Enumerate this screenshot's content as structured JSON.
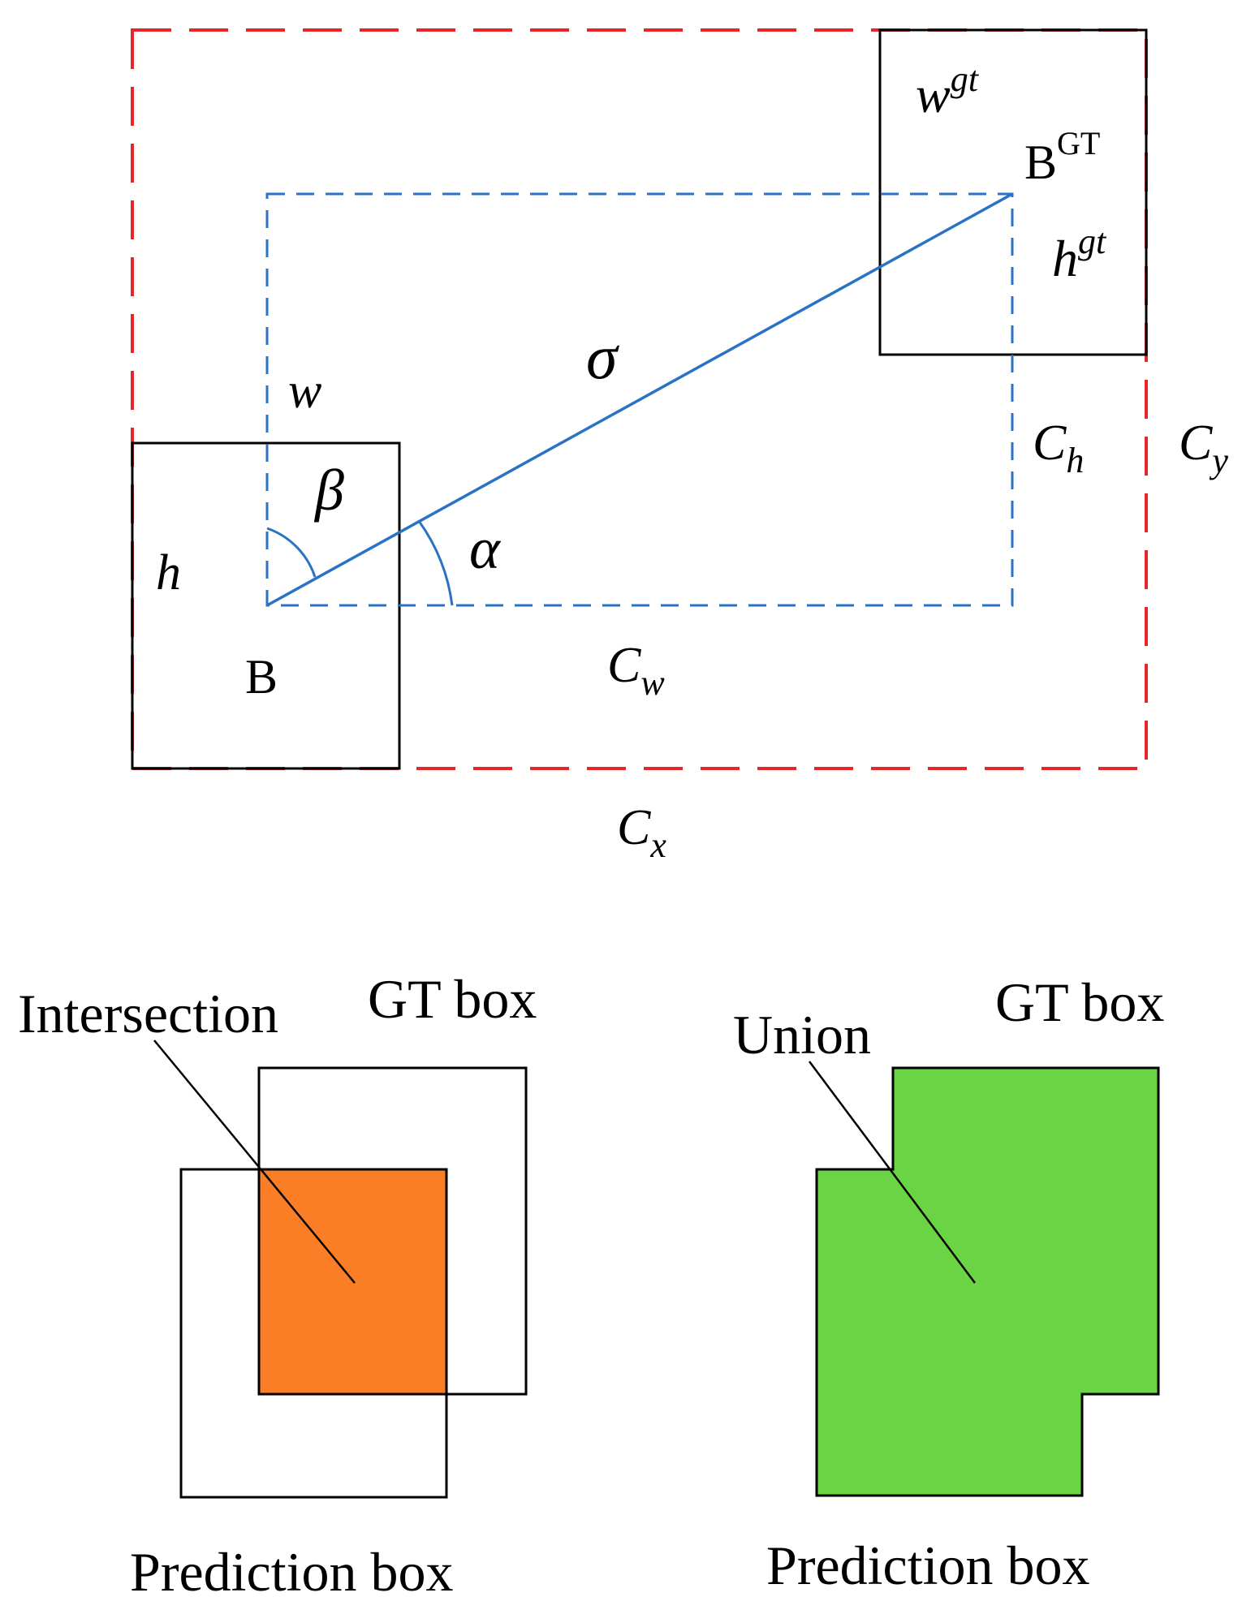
{
  "colors": {
    "red_dashed": "#e8262a",
    "blue": "#2a73c4",
    "black": "#000000",
    "orange": "#fb7e27",
    "green": "#6bd444"
  },
  "top_diagram": {
    "label_w_gt_base": "w",
    "label_w_gt_sup": "gt",
    "label_bgt_base": "B",
    "label_bgt_sup": "GT",
    "label_h_gt_base": "h",
    "label_h_gt_sup": "gt",
    "label_sigma": "σ",
    "label_w": "w",
    "label_beta": "β",
    "label_alpha": "α",
    "label_h": "h",
    "label_b": "B",
    "label_ch_base": "C",
    "label_ch_sub": "h",
    "label_cy_base": "C",
    "label_cy_sub": "y",
    "label_cw_base": "C",
    "label_cw_sub": "w",
    "label_cx_base": "C",
    "label_cx_sub": "x"
  },
  "bottom_left": {
    "label_intersection": "Intersection",
    "label_gt_box": "GT box",
    "label_prediction_box": "Prediction box"
  },
  "bottom_right": {
    "label_union": "Union",
    "label_gt_box": "GT box",
    "label_prediction_box": "Prediction box"
  }
}
